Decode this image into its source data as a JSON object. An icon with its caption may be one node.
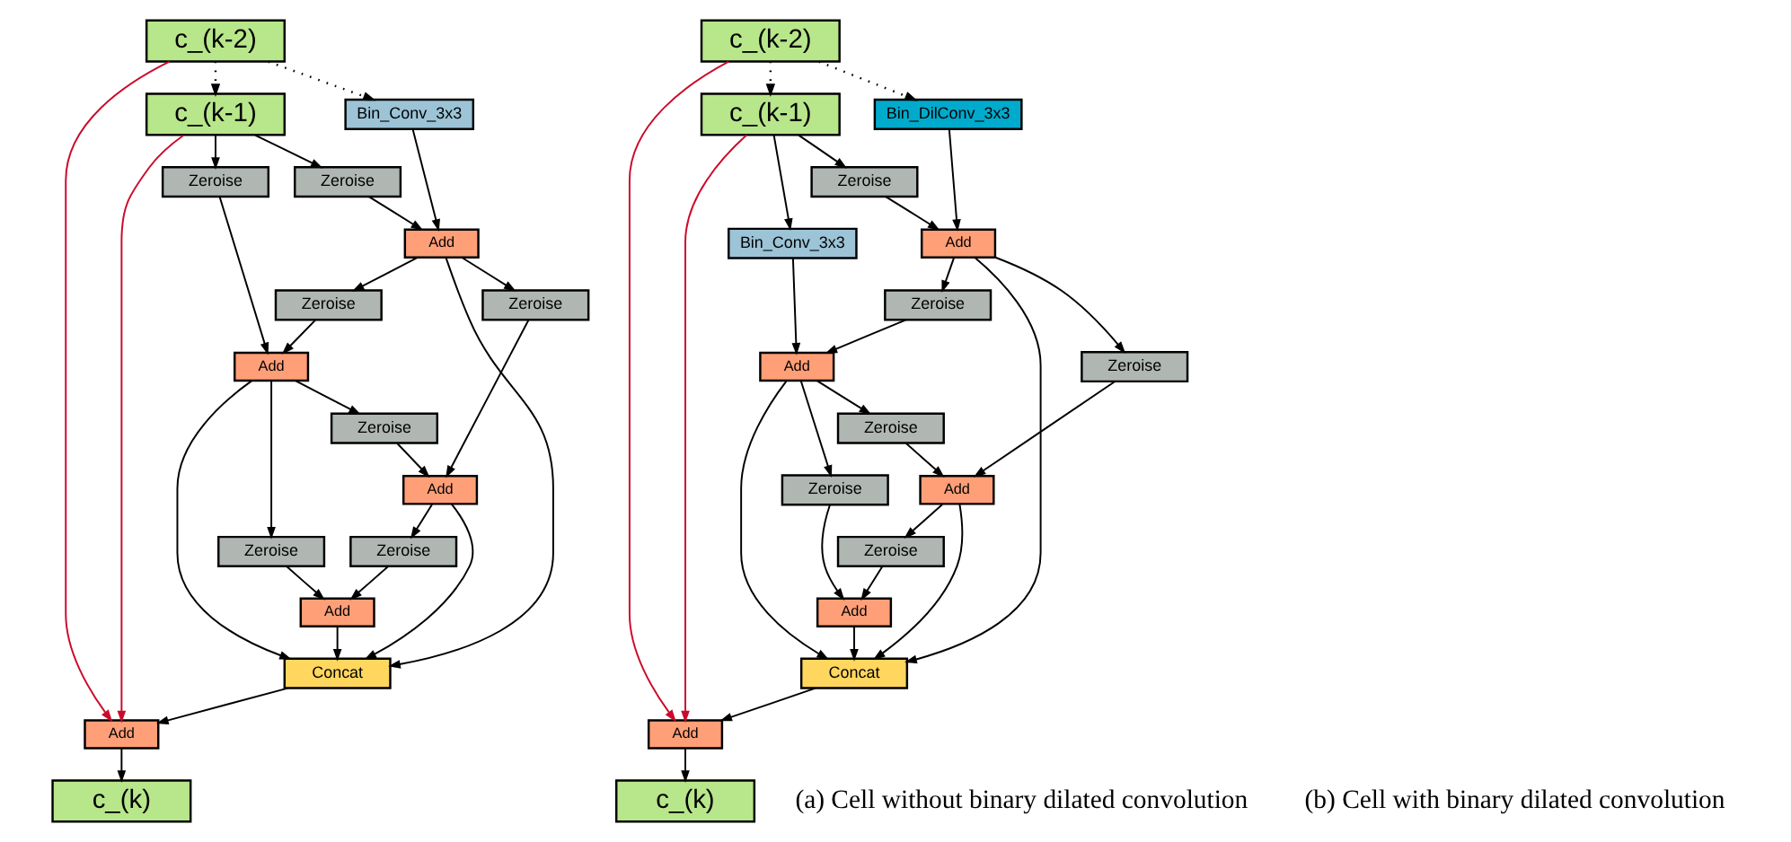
{
  "diagram": {
    "nodes": [
      {
        "text": [
          "c_(k-2)"
        ]
      },
      {
        "text": [
          "c_(k-1)"
        ]
      },
      {
        "text": [
          "Bin_Conv_3x3"
        ]
      },
      {
        "text": [
          "Zeroise"
        ]
      },
      {
        "text": [
          "Add"
        ]
      },
      {
        "text": [
          "Zeroise"
        ]
      },
      {
        "text": [
          "Zeroise"
        ]
      },
      {
        "text": [
          "Add"
        ]
      },
      {
        "text": [
          "Zeroise"
        ]
      },
      {
        "text": [
          "Zeroise"
        ]
      },
      {
        "text": [
          "Add"
        ]
      },
      {
        "text": [
          "Zeroise"
        ]
      },
      {
        "text": [
          "Zeroise"
        ]
      },
      {
        "text": [
          "Add"
        ]
      },
      {
        "text": [
          "Concat"
        ]
      },
      {
        "text": [
          "Add"
        ]
      },
      {
        "text": [
          "c_(k)"
        ]
      },
      {
        "text": [
          "c_(k-2)"
        ]
      },
      {
        "text": [
          "c_(k-1)"
        ]
      },
      {
        "text": [
          "Bin_DilConv_3x3"
        ]
      },
      {
        "text": [
          "Zeroise"
        ]
      },
      {
        "text": [
          "Add"
        ]
      },
      {
        "text": [
          "Zeroise"
        ]
      },
      {
        "text": [
          "Bin_Conv_3x3"
        ]
      },
      {
        "text": [
          "Add"
        ]
      },
      {
        "text": [
          "Zeroise"
        ]
      },
      {
        "text": [
          "Zeroise"
        ]
      },
      {
        "text": [
          "Add"
        ]
      },
      {
        "text": [
          "Zeroise"
        ]
      },
      {
        "text": [
          "Zeroise"
        ]
      },
      {
        "text": [
          "Add"
        ]
      },
      {
        "text": [
          "Concat"
        ]
      },
      {
        "text": [
          "Add"
        ]
      },
      {
        "text": [
          "c_(k)"
        ]
      }
    ],
    "edges": [
      {
        "from": 0,
        "to": 1,
        "arrow": "to",
        "style": "dashed"
      },
      {
        "from": 0,
        "to": 2,
        "arrow": "to",
        "style": "dashed"
      },
      {
        "from": 1,
        "to": 3,
        "arrow": "to"
      },
      {
        "from": 1,
        "to": 6,
        "arrow": "to"
      },
      {
        "from": 2,
        "to": 4,
        "arrow": "to"
      },
      {
        "from": 3,
        "to": 4,
        "arrow": "to"
      },
      {
        "from": 4,
        "to": 5,
        "arrow": "to"
      },
      {
        "from": 4,
        "to": 8,
        "arrow": "to"
      },
      {
        "from": 4,
        "to": 14,
        "arrow": "to"
      },
      {
        "from": 5,
        "to": 7,
        "arrow": "to"
      },
      {
        "from": 6,
        "to": 7,
        "arrow": "to"
      },
      {
        "from": 7,
        "to": 9,
        "arrow": "to"
      },
      {
        "from": 7,
        "to": 12,
        "arrow": "to"
      },
      {
        "from": 7,
        "to": 14,
        "arrow": "to"
      },
      {
        "from": 8,
        "to": 10,
        "arrow": "to"
      },
      {
        "from": 9,
        "to": 10,
        "arrow": "to"
      },
      {
        "from": 10,
        "to": 11,
        "arrow": "to"
      },
      {
        "from": 10,
        "to": 14,
        "arrow": "to"
      },
      {
        "from": 11,
        "to": 13,
        "arrow": "to"
      },
      {
        "from": 12,
        "to": 13,
        "arrow": "to"
      },
      {
        "from": 13,
        "to": 14,
        "arrow": "to"
      },
      {
        "from": 14,
        "to": 15,
        "arrow": "to"
      },
      {
        "from": 0,
        "to": 15,
        "arrow": "to",
        "color": "#cc0a2a"
      },
      {
        "from": 1,
        "to": 15,
        "arrow": "to",
        "color": "#cc0a2a"
      },
      {
        "from": 15,
        "to": 16,
        "arrow": "to"
      },
      {
        "from": 17,
        "to": 18,
        "arrow": "to",
        "style": "dashed"
      },
      {
        "from": 17,
        "to": 19,
        "arrow": "to",
        "style": "dashed"
      },
      {
        "from": 18,
        "to": 20,
        "arrow": "to"
      },
      {
        "from": 18,
        "to": 23,
        "arrow": "to"
      },
      {
        "from": 19,
        "to": 21,
        "arrow": "to"
      },
      {
        "from": 20,
        "to": 21,
        "arrow": "to"
      },
      {
        "from": 21,
        "to": 22,
        "arrow": "to"
      },
      {
        "from": 21,
        "to": 25,
        "arrow": "to"
      },
      {
        "from": 21,
        "to": 31,
        "arrow": "to"
      },
      {
        "from": 22,
        "to": 24,
        "arrow": "to"
      },
      {
        "from": 23,
        "to": 24,
        "arrow": "to"
      },
      {
        "from": 24,
        "to": 26,
        "arrow": "to"
      },
      {
        "from": 24,
        "to": 29,
        "arrow": "to"
      },
      {
        "from": 24,
        "to": 31,
        "arrow": "to"
      },
      {
        "from": 25,
        "to": 27,
        "arrow": "to"
      },
      {
        "from": 26,
        "to": 27,
        "arrow": "to"
      },
      {
        "from": 27,
        "to": 28,
        "arrow": "to"
      },
      {
        "from": 27,
        "to": 31,
        "arrow": "to"
      },
      {
        "from": 28,
        "to": 30,
        "arrow": "to"
      },
      {
        "from": 29,
        "to": 30,
        "arrow": "to"
      },
      {
        "from": 30,
        "to": 31,
        "arrow": "to"
      },
      {
        "from": 31,
        "to": 32,
        "arrow": "to"
      },
      {
        "from": 17,
        "to": 32,
        "arrow": "to",
        "color": "#cc0a2a"
      },
      {
        "from": 18,
        "to": 32,
        "arrow": "to",
        "color": "#cc0a2a"
      },
      {
        "from": 32,
        "to": 33,
        "arrow": "to"
      }
    ],
    "labels": [
      "(a) Cell without binary dilated convolution",
      "(b) Cell with binary dilated convolution"
    ]
  }
}
